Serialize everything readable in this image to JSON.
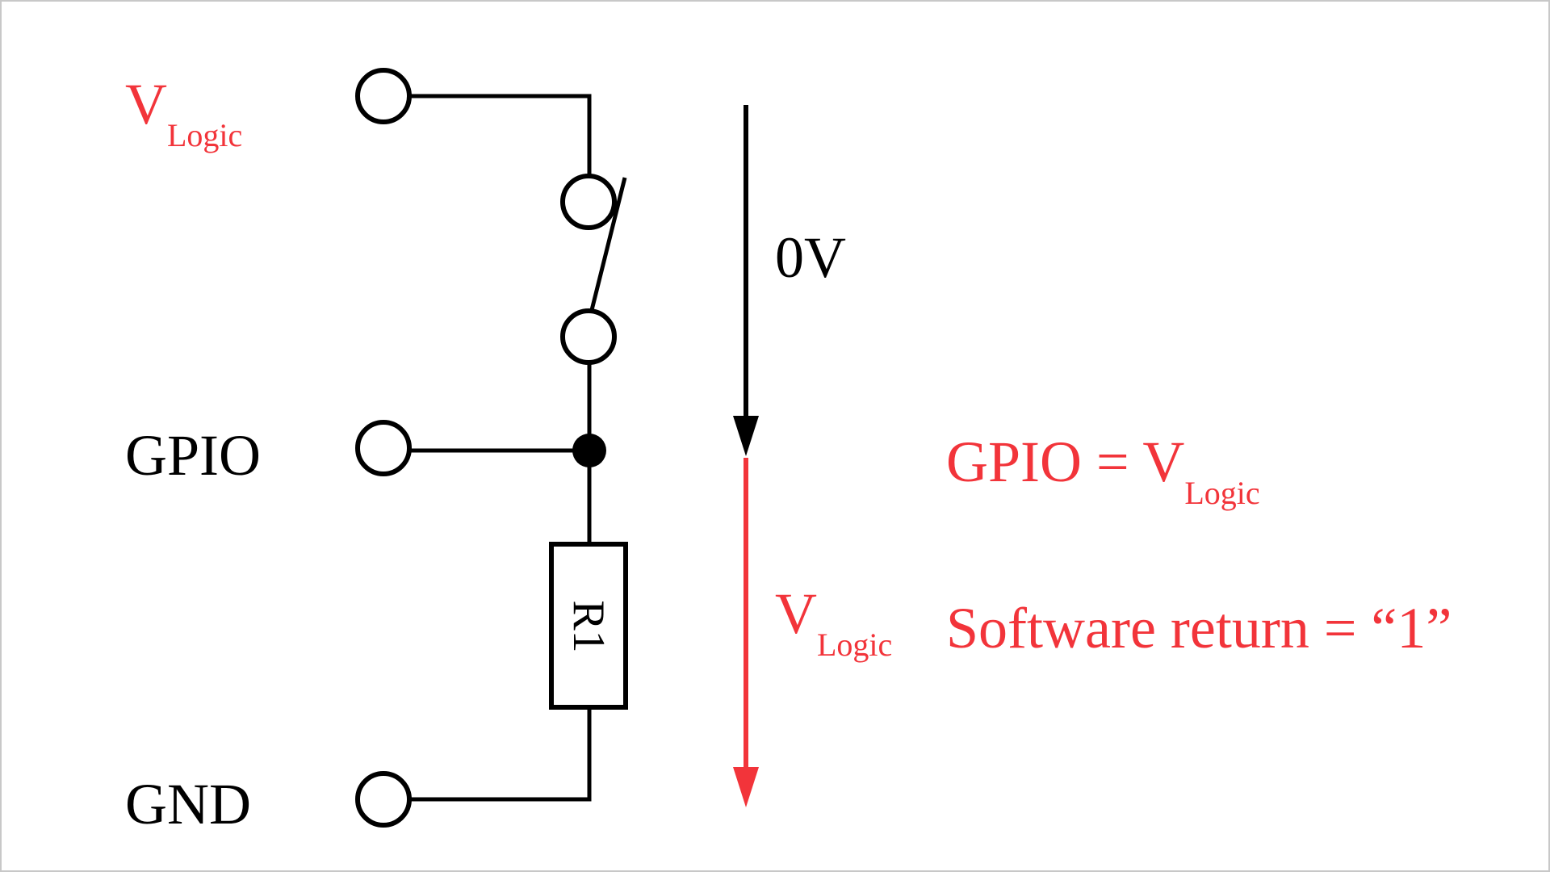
{
  "colors": {
    "wire": "#000000",
    "highlight": "#f2343a",
    "background": "#ffffff",
    "border": "#c8c8c8"
  },
  "terminals": {
    "vlogic": {
      "main": "V",
      "sub": "Logic"
    },
    "gpio": "GPIO",
    "gnd": "GND"
  },
  "resistor": {
    "label": "R1"
  },
  "voltages": {
    "switch_drop": "0V",
    "resistor_drop": {
      "main": "V",
      "sub": "Logic"
    }
  },
  "result": {
    "gpio_level": {
      "main": "GPIO = V",
      "sub": "Logic"
    },
    "software_return": "Software return = “1”"
  }
}
